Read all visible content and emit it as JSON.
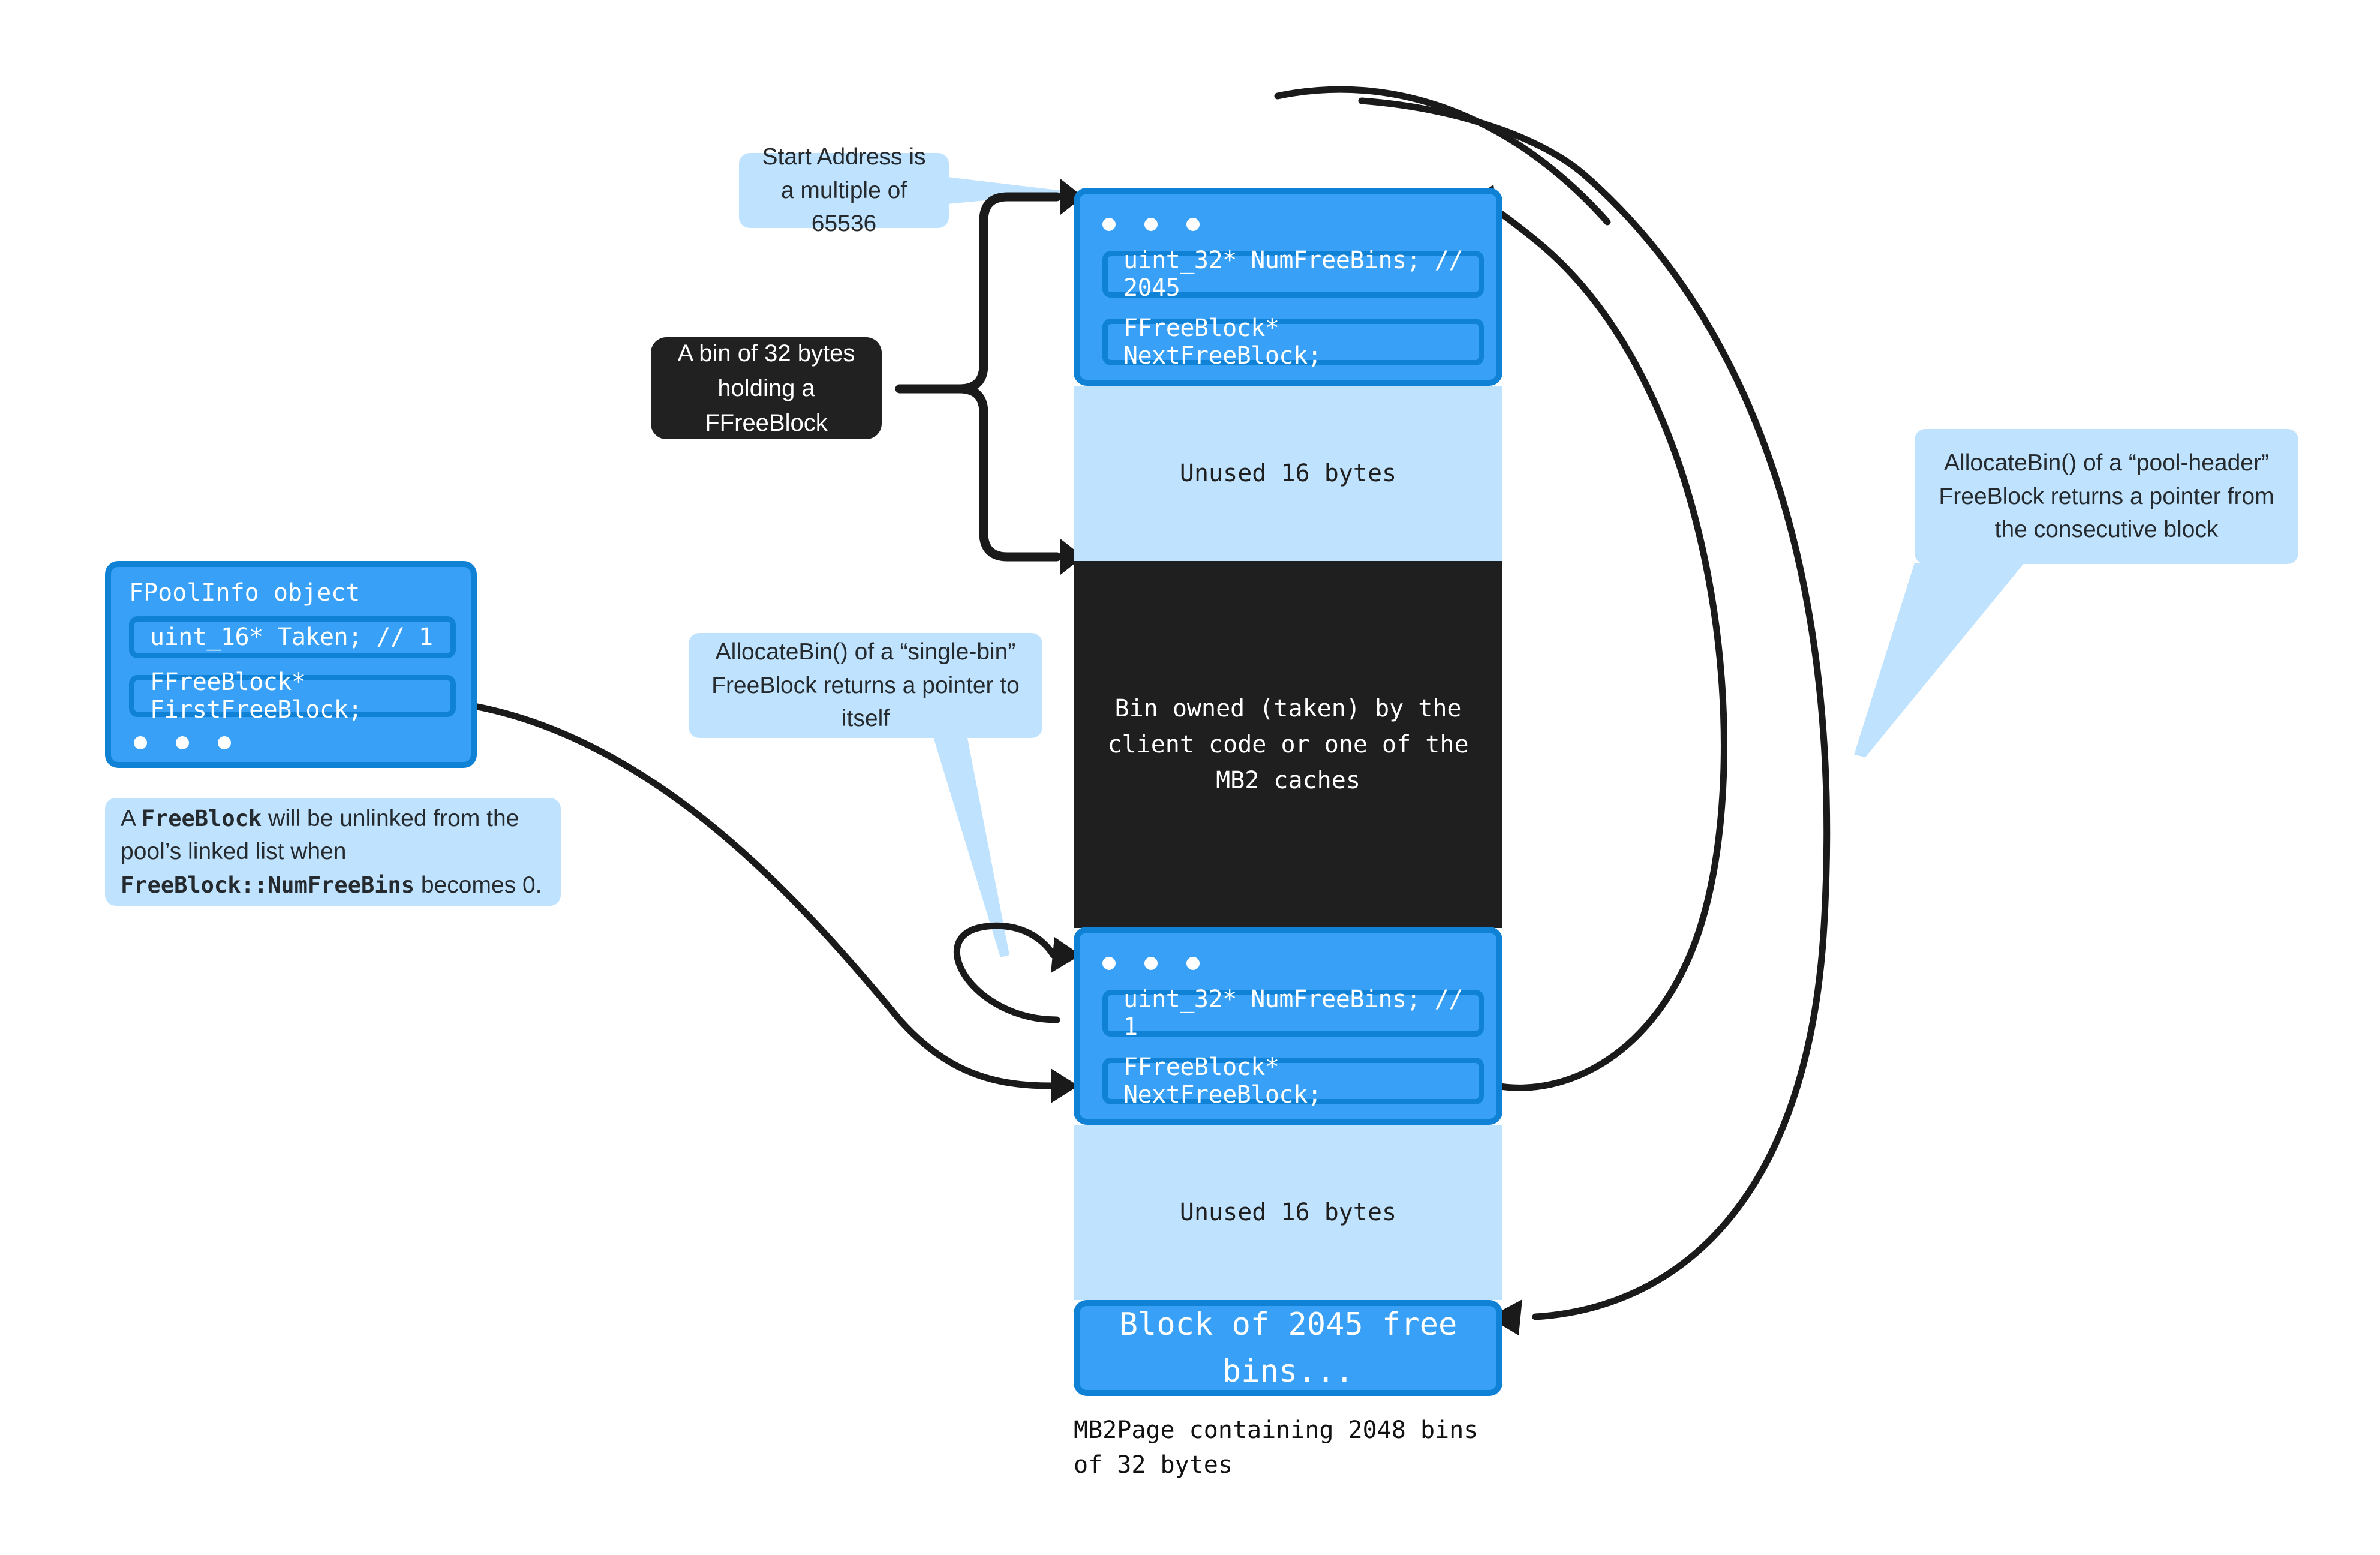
{
  "diagram": {
    "title": "MB2 page / FFreeBlock allocation diagram",
    "colors": {
      "block_blue": "#38a1f7",
      "block_border": "#0f82d6",
      "unused_light_blue": "#bfe2fe",
      "taken_black": "#1f1f1f",
      "callout_blue": "#bfe2fe",
      "tooltip_dark": "#212121",
      "arrow": "#1a1a1a"
    }
  },
  "pool_info": {
    "title": "FPoolInfo object",
    "fields": [
      "uint_16* Taken; // 1",
      "FFreeBlock* FirstFreeBlock;"
    ],
    "ellipsis": "• • •"
  },
  "notes": {
    "unlink": {
      "part1": "A ",
      "bold1": "FreeBlock",
      "part2": " will be unlinked from the pool’s linked list when ",
      "bold2": "FreeBlock::NumFreeBins",
      "part3": " becomes 0."
    },
    "start_address": "Start Address is a multiple of 65536",
    "bin_32_bytes": "A bin of 32 bytes holding a FFreeBlock",
    "single_bin": "AllocateBin() of a “single-bin” FreeBlock returns a pointer to itself",
    "pool_header": "AllocateBin() of a “pool-header” FreeBlock returns a pointer from the consecutive block"
  },
  "page": {
    "caption": "MB2Page containing 2048 bins of 32 bytes",
    "blocks": [
      {
        "id": "free-block-head",
        "kind": "free-block-header",
        "ellipsis": "• • •",
        "fields": [
          "uint_32* NumFreeBins; // 2045",
          "FFreeBlock* NextFreeBlock;"
        ],
        "unused": "Unused 16 bytes"
      },
      {
        "id": "taken-bin",
        "kind": "taken",
        "text": "Bin owned (taken) by the client code or one of the MB2 caches"
      },
      {
        "id": "free-block-second",
        "kind": "free-block-header",
        "ellipsis": "• • •",
        "fields": [
          "uint_32* NumFreeBins; // 1",
          "FFreeBlock* NextFreeBlock;"
        ],
        "unused": "Unused 16 bytes",
        "footer": "Block of 2045 free bins..."
      }
    ]
  }
}
